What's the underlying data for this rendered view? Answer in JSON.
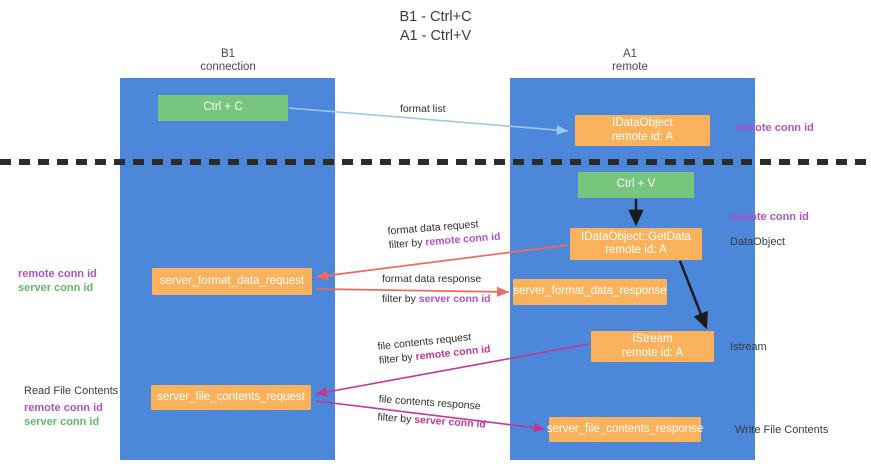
{
  "title": {
    "line1": "B1 - Ctrl+C",
    "line2": "A1 - Ctrl+V"
  },
  "lanes": [
    {
      "id": "b1",
      "name": "B1",
      "role": "connection"
    },
    {
      "id": "a1",
      "name": "A1",
      "role": "remote"
    }
  ],
  "nodes": {
    "ctrl_c": {
      "line1": "Ctrl + C",
      "line2": ""
    },
    "idataobject": {
      "line1": "IDataObject",
      "line2": "remote id: A"
    },
    "ctrl_v": {
      "line1": "Ctrl + V",
      "line2": ""
    },
    "idataobject_getdata": {
      "line1": "IDataObject::GetData",
      "line2": "remote id: A"
    },
    "server_format_data_request": {
      "line1": "server_format_data_request",
      "line2": ""
    },
    "server_format_data_response": {
      "line1": "server_format_data_response",
      "line2": ""
    },
    "istream": {
      "line1": "IStream",
      "line2": "remote id: A"
    },
    "server_file_contents_request": {
      "line1": "server_file_contents_request",
      "line2": ""
    },
    "server_file_contents_response": {
      "line1": "server_file_contents_response",
      "line2": ""
    }
  },
  "edges": {
    "format_list": {
      "label": "format list"
    },
    "format_data_request": {
      "label": "format data request",
      "filter_prefix": "filter by ",
      "filter_key": "remote conn id"
    },
    "format_data_response": {
      "label": "format data response",
      "filter_prefix": "filter by ",
      "filter_key": "server conn id"
    },
    "file_contents_request": {
      "label": "file contents request",
      "filter_prefix": "filter by ",
      "filter_key": "remote conn id"
    },
    "file_contents_response": {
      "label": "file contents response",
      "filter_prefix": "filter by ",
      "filter_key": "server conn id"
    }
  },
  "annotations": {
    "remote_conn_id_top": "remote conn id",
    "remote_conn_id_mid": "remote conn id",
    "dataobject": "DataObject",
    "istream": "Istream",
    "write_file_contents": "Write File Contents",
    "read_file_contents": "Read File Contents",
    "left_remote_conn_id": "remote conn id",
    "left_server_conn_id": "server conn id",
    "left_remote_conn_id_b": "remote conn id",
    "left_server_conn_id_b": "server conn id"
  },
  "colors": {
    "lane": "#4d87d9",
    "node_green": "#78c57d",
    "node_orange": "#fbb25c",
    "purple": "#b052c9",
    "green_text": "#5fb86a",
    "arrow_blue": "#9ec8ee",
    "arrow_red": "#f0695f",
    "arrow_magenta": "#c0399a",
    "arrow_black": "#1a1a1a",
    "divider": "#2b2b2b",
    "background": "#ffffff"
  }
}
